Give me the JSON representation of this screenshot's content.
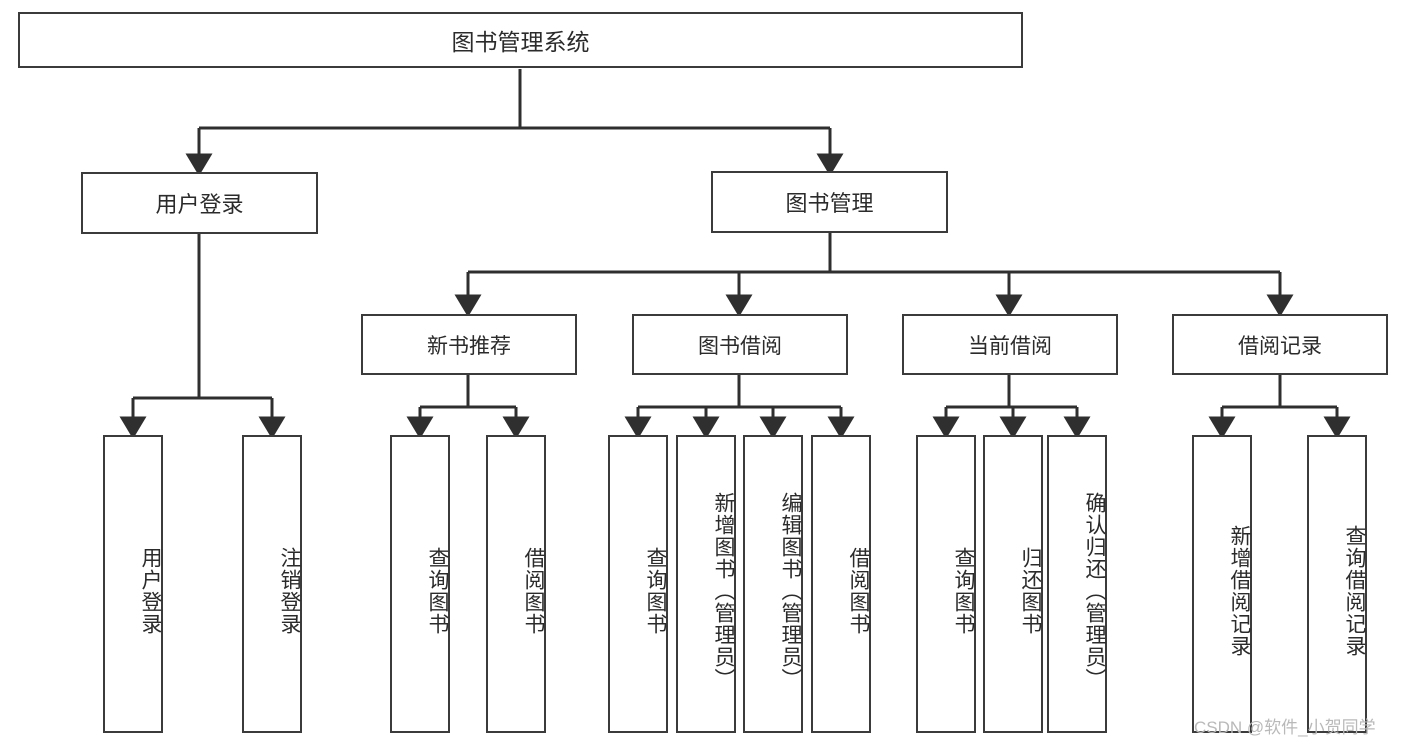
{
  "diagram": {
    "type": "tree-hierarchy-chart",
    "title": "图书管理系统",
    "colors": {
      "box_border": "#3b3b3b",
      "box_fill": "#ffffff",
      "connector": "#2f2f2f",
      "text": "#2b2b2b",
      "watermark": "#b9b9b9",
      "background": "#ffffff"
    },
    "root": {
      "label": "图书管理系统"
    },
    "level2": [
      {
        "label": "用户登录"
      },
      {
        "label": "图书管理"
      }
    ],
    "level3": [
      {
        "label": "新书推荐"
      },
      {
        "label": "图书借阅"
      },
      {
        "label": "当前借阅"
      },
      {
        "label": "借阅记录"
      }
    ],
    "leaves": {
      "user_login": [
        {
          "label": "用户登录"
        },
        {
          "label": "注销登录"
        }
      ],
      "new_book_recommend": [
        {
          "label": "查询图书"
        },
        {
          "label": "借阅图书"
        }
      ],
      "book_borrow": [
        {
          "label": "查询图书"
        },
        {
          "label": "新增图书（管理员）"
        },
        {
          "label": "编辑图书（管理员）"
        },
        {
          "label": "借阅图书"
        }
      ],
      "current_borrow": [
        {
          "label": "查询图书"
        },
        {
          "label": "归还图书"
        },
        {
          "label": "确认归还（管理员）"
        }
      ],
      "borrow_record": [
        {
          "label": "新增借阅记录"
        },
        {
          "label": "查询借阅记录"
        }
      ]
    },
    "watermark": "CSDN @软件_小贺同学"
  }
}
